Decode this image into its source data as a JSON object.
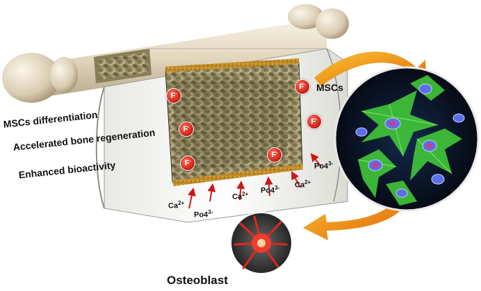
{
  "labels": {
    "mscs_differentiation": "MSCs  differentiation",
    "accelerated_bone": "Accelerated  bone regeneration",
    "enhanced_bioactivity": "Enhanced bioactivity",
    "mscs": "MSCs",
    "osteoblast": "Osteoblast"
  },
  "fluoride": {
    "symbol": "F",
    "charge": "-"
  },
  "ions": {
    "calcium": {
      "base": "Ca",
      "charge": "2+"
    },
    "phosphate": {
      "base": "Po4",
      "charge": "3-"
    }
  },
  "colors": {
    "fluoride_badge": "#d42a1c",
    "arrow_red": "#c8191c",
    "arrow_orange": "#f39a1b",
    "coating": "#c9922a",
    "cell_green": "#45d13a",
    "bone": "#e6dcc8"
  },
  "icons": [
    "femur-bone-image",
    "trabecular-bone-image",
    "msc-cells-image",
    "osteoblast-cell-image",
    "curved-arrow-icon",
    "red-arrow-icon"
  ]
}
